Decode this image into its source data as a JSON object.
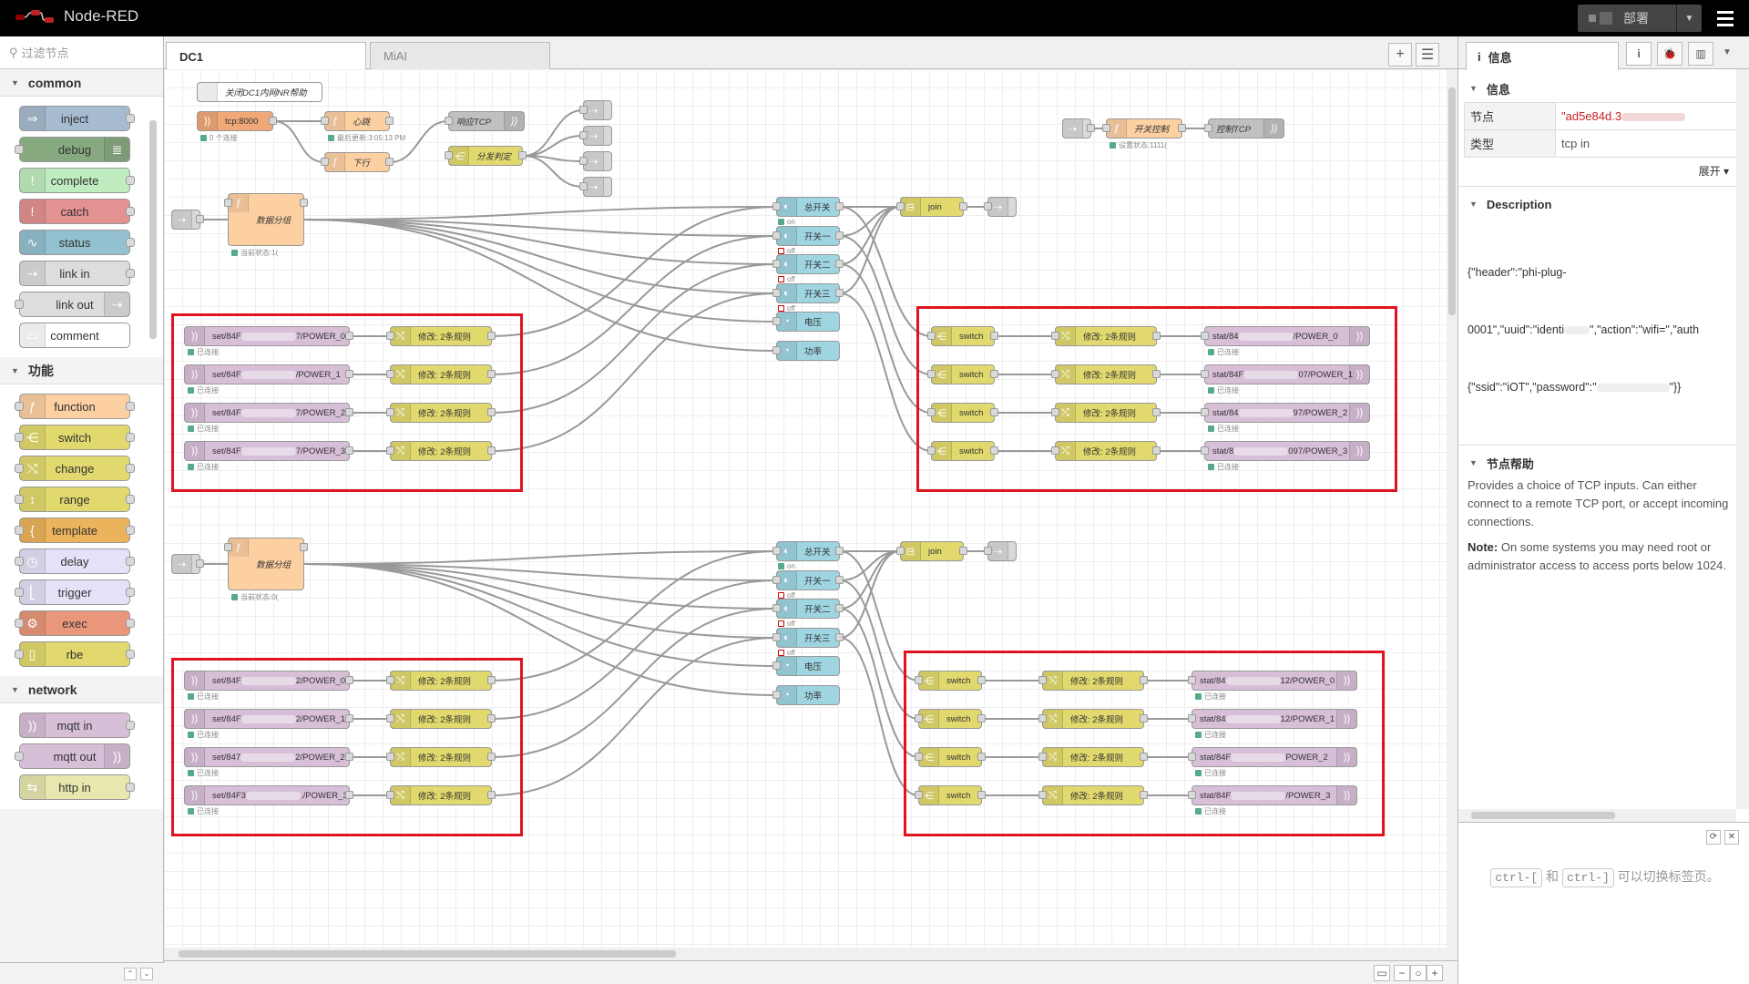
{
  "header": {
    "title": "Node-RED",
    "deploy_label": "部署"
  },
  "palette": {
    "search_placeholder": "过滤节点",
    "categories": [
      {
        "name": "common",
        "nodes": [
          {
            "label": "inject",
            "color": "#a6bbcf"
          },
          {
            "label": "debug",
            "color": "#87a980"
          },
          {
            "label": "complete",
            "color": "#c0edc0"
          },
          {
            "label": "catch",
            "color": "#e49191"
          },
          {
            "label": "status",
            "color": "#94c1d0"
          },
          {
            "label": "link in",
            "color": "#dddddd"
          },
          {
            "label": "link out",
            "color": "#dddddd"
          },
          {
            "label": "comment",
            "color": "#ffffff"
          }
        ]
      },
      {
        "name": "功能",
        "nodes": [
          {
            "label": "function",
            "color": "#fdd0a2"
          },
          {
            "label": "switch",
            "color": "#e2d96e"
          },
          {
            "label": "change",
            "color": "#e2d96e"
          },
          {
            "label": "range",
            "color": "#e2d96e"
          },
          {
            "label": "template",
            "color": "#ebb35b"
          },
          {
            "label": "delay",
            "color": "#e6e0f8"
          },
          {
            "label": "trigger",
            "color": "#e6e0f8"
          },
          {
            "label": "exec",
            "color": "#e9967a"
          },
          {
            "label": "rbe",
            "color": "#e2d96e"
          }
        ]
      },
      {
        "name": "network",
        "nodes": [
          {
            "label": "mqtt in",
            "color": "#d8bfd8"
          },
          {
            "label": "mqtt out",
            "color": "#d8bfd8"
          },
          {
            "label": "http in",
            "color": "#e7e7ae"
          }
        ]
      }
    ]
  },
  "workspace": {
    "tabs": [
      {
        "label": "DC1"
      },
      {
        "label": "MiAI"
      }
    ]
  },
  "flow": {
    "comment": "关闭DC1内网NR帮助",
    "tcp_in": "tcp:8000",
    "tcp_status": "0 个连接",
    "heartbeat": "心跳",
    "heartbeat_status": "最后更新:3:05:13 PM",
    "downlink": "下行",
    "reply_tcp": "响应TCP",
    "dispatch": "分发判定",
    "switch_ctrl": "开关控制",
    "ctrl_tcp": "控制TCP",
    "switch_ctrl_status": "设置状态:1111(",
    "data_group": "数据分组",
    "data_status": "当前状态:1(",
    "data_status2": "当前状态:0(",
    "sw_total": "总开关",
    "sw1": "开关一",
    "sw2": "开关二",
    "sw3": "开关三",
    "voltage": "电压",
    "power": "功率",
    "join": "join",
    "on": "on",
    "off": "off",
    "set_a": [
      "set/84F",
      "set/84F",
      "set/84F",
      "set/84F"
    ],
    "set_a_suffix": [
      "7/POWER_0",
      "/POWER_1",
      "7/POWER_2",
      "7/POWER_3"
    ],
    "set_b": [
      "set/84F",
      "set/84F",
      "set/847",
      "set/84F3"
    ],
    "set_b_suffix": [
      "2/POWER_0",
      "2/POWER_1",
      "2/POWER_2",
      "./POWER_3"
    ],
    "change_label": "修改: 2条规则",
    "connected": "已连接",
    "switch_label": "switch",
    "stat_a": [
      "stat/84",
      "stat/84F",
      "stat/84",
      "stat/8"
    ],
    "stat_a_suffix": [
      "/POWER_0",
      "07/POWER_1",
      "97/POWER_2",
      "097/POWER_3"
    ],
    "stat_b": [
      "stat/84",
      "stat/84",
      "stat/84F",
      "stat/84F"
    ],
    "stat_b_suffix": [
      "12/POWER_0",
      "12/POWER_1",
      "POWER_2",
      "/POWER_3"
    ]
  },
  "sidebar": {
    "tab_label": "信息",
    "info_section": "信息",
    "props": [
      {
        "key": "节点",
        "value": "\"ad5e84d.3"
      },
      {
        "key": "类型",
        "value": "tcp in"
      }
    ],
    "expand": "展开",
    "desc_section": "Description",
    "desc_lines": [
      "{\"header\":\"phi-plug-",
      "0001\",\"uuid\":\"identi",
      "\",\"action\":\"wifi=\",\"auth",
      "{\"ssid\":\"iOT\",\"password\":\"",
      "\"}}"
    ],
    "help_section": "节点帮助",
    "help_p1": "Provides a choice of TCP inputs. Can either connect to a remote TCP port, or accept incoming connections.",
    "help_note_label": "Note:",
    "help_p2": " On some systems you may need root or administrator access to access ports below 1024.",
    "hint_k1": "ctrl-[",
    "hint_and": "和",
    "hint_k2": "ctrl-]",
    "hint_text": "可以切换标签页。"
  }
}
